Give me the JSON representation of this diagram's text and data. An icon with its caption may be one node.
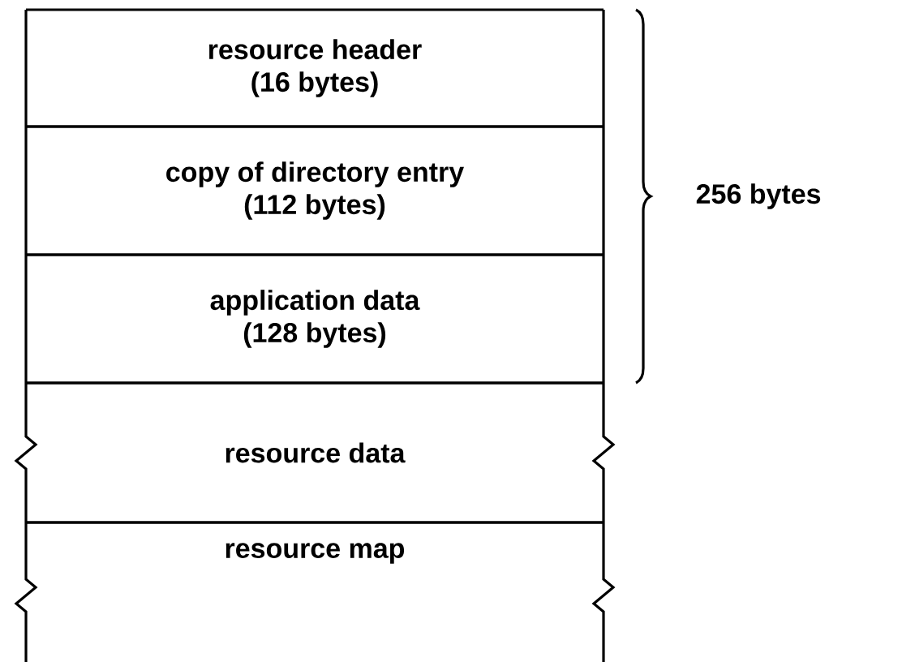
{
  "diagram": {
    "nodes": [
      {
        "text": [
          "resource header",
          "(16 bytes)"
        ]
      },
      {
        "text": [
          "copy of directory entry",
          "(112 bytes)"
        ]
      },
      {
        "text": [
          "application data",
          "(128 bytes)"
        ]
      },
      {
        "text": [
          "resource data"
        ]
      },
      {
        "text": [
          "resource map"
        ]
      }
    ],
    "labels": [
      "256 bytes"
    ]
  }
}
